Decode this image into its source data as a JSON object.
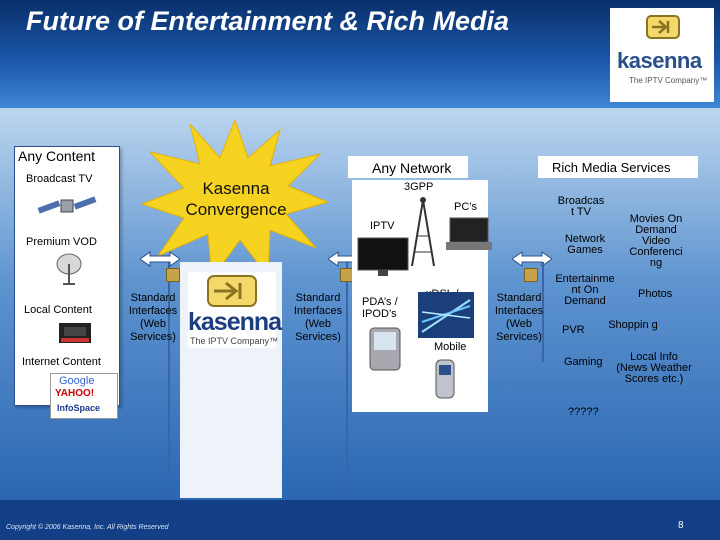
{
  "title": "Future of Entertainment & Rich Media",
  "logo": {
    "wordmark": "kasenna",
    "tagline": "The IPTV Company™"
  },
  "any_content": {
    "header": "Any Content",
    "items": {
      "broadcast_tv": "Broadcast TV",
      "premium_vod": "Premium VOD",
      "local_content": "Local Content",
      "internet_content": "Internet Content"
    },
    "internet_logos": [
      "Google",
      "YAHOO!",
      "InfoSpace"
    ]
  },
  "convergence": {
    "starburst_label": "Kasenna Convergence",
    "center_logo": "kasenna",
    "center_tagline": "The IPTV Company™",
    "interfaces_left": "Standard Interfaces (Web Services)",
    "interfaces_right": "Standard Interfaces (Web Services)"
  },
  "any_network": {
    "header": "Any Network",
    "items": {
      "threegpp": "3GPP",
      "pcs": "PC’s",
      "iptv": "IPTV",
      "pdas": "PDA’s / IPOD’s",
      "xdsl": "xDSL / FTTH",
      "mobile": "Mobile"
    }
  },
  "rich_media": {
    "header": "Rich Media Services",
    "interfaces": "Standard Interfaces (Web Services)",
    "services": {
      "broadcast_tv": "Broadcas t TV",
      "network_games": "Network Games",
      "entertainment_on_demand": "Entertainme nt On Demand",
      "pvr": "PVR",
      "gaming": "Gaming",
      "movies": "Movies On Demand Video Conferenci ng",
      "photos": "Photos",
      "shopping": "Shoppin g",
      "local_info": "Local Info (News Weather Scores etc.)",
      "unknown": "?????"
    }
  },
  "footer": {
    "copyright": "Copyright © 2006 Kasenna, Inc. All Rights Reserved",
    "page_number": "8"
  }
}
